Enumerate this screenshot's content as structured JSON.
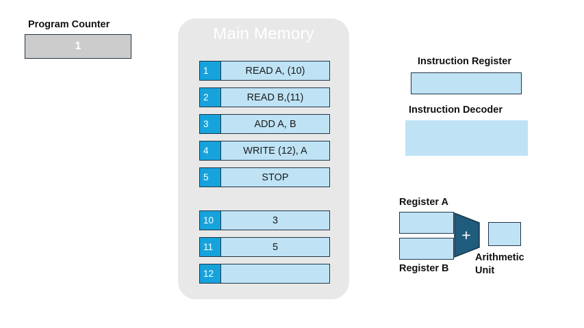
{
  "program_counter": {
    "label": "Program Counter",
    "value": "1"
  },
  "main_memory": {
    "title": "Main Memory",
    "instructions": [
      {
        "address": "1",
        "content": "READ A, (10)"
      },
      {
        "address": "2",
        "content": "READ B,(11)"
      },
      {
        "address": "3",
        "content": "ADD A, B"
      },
      {
        "address": "4",
        "content": "WRITE (12), A"
      },
      {
        "address": "5",
        "content": "STOP"
      }
    ],
    "data": [
      {
        "address": "10",
        "content": "3"
      },
      {
        "address": "11",
        "content": "5"
      },
      {
        "address": "12",
        "content": ""
      }
    ]
  },
  "instruction_register": {
    "label": "Instruction Register",
    "value": ""
  },
  "instruction_decoder": {
    "label": "Instruction Decoder",
    "value": ""
  },
  "alu": {
    "register_a_label": "Register A",
    "register_a_value": "",
    "register_b_label": "Register B",
    "register_b_value": "",
    "operation_symbol": "+",
    "unit_label": "Arithmetic\nUnit",
    "result_value": ""
  },
  "colors": {
    "accent_blue": "#16a3dc",
    "light_blue": "#bfe3f5",
    "panel_gray": "#e8e8e8",
    "pc_gray": "#cccccc",
    "border_navy": "#1d3446",
    "alu_teal": "#1f5c7e",
    "background": "#ffffff"
  }
}
